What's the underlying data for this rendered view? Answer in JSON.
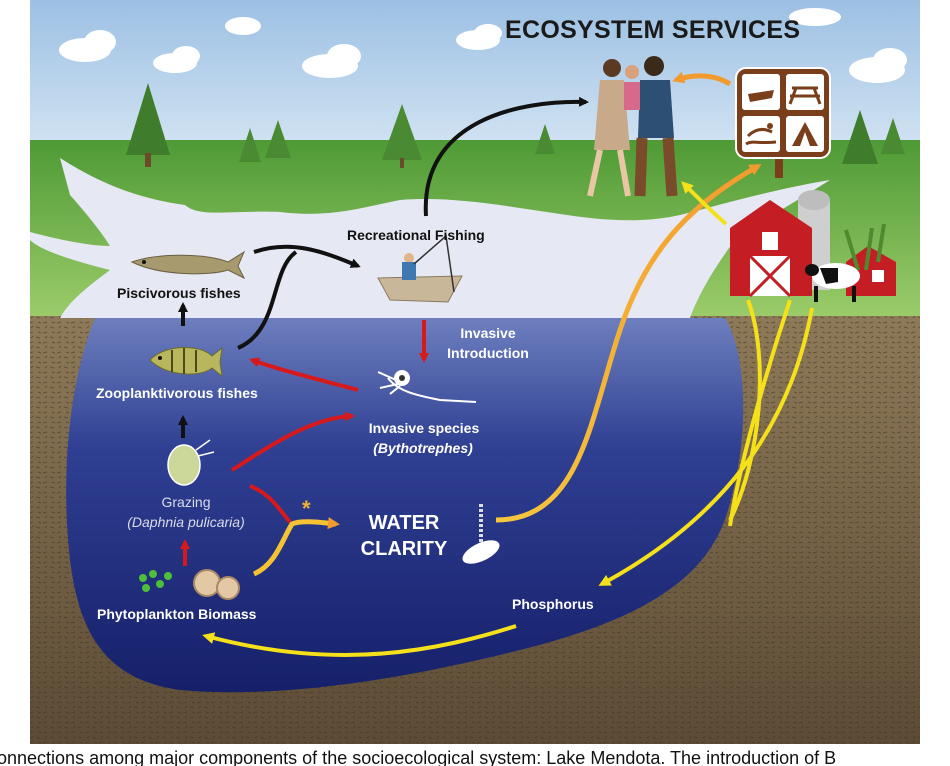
{
  "title": "ECOSYSTEM SERVICES",
  "nodes": {
    "piscivorous": "Piscivorous fishes",
    "zooplanktivorous": "Zooplanktivorous fishes",
    "grazing": "Grazing",
    "grazing_species": "(Daphnia pulicaria)",
    "phytoplankton": "Phytoplankton Biomass",
    "recreational_fishing": "Recreational Fishing",
    "invasive_introduction_1": "Invasive",
    "invasive_introduction_2": "Introduction",
    "invasive_species": "Invasive species",
    "invasive_species_name": "(Bythotrephes)",
    "water_clarity_1": "WATER",
    "water_clarity_2": "CLARITY",
    "phosphorus": "Phosphorus",
    "asterisk": "*"
  },
  "caption": "connections among major components of the socioecological system: Lake Mendota. The introduction of B",
  "colors": {
    "arrow_black": "#111111",
    "arrow_red": "#d7191c",
    "arrow_yellow": "#f5e11a",
    "arrow_orange": "#f2a531",
    "lake_deep": "#1e2a78",
    "lake_surface": "#e8eaf4",
    "grass": "#5fa33f",
    "sky": "#a9c8e6",
    "soil": "#7b6a4f",
    "sign_brown": "#7a3e1b",
    "barn_red": "#c41e24"
  }
}
